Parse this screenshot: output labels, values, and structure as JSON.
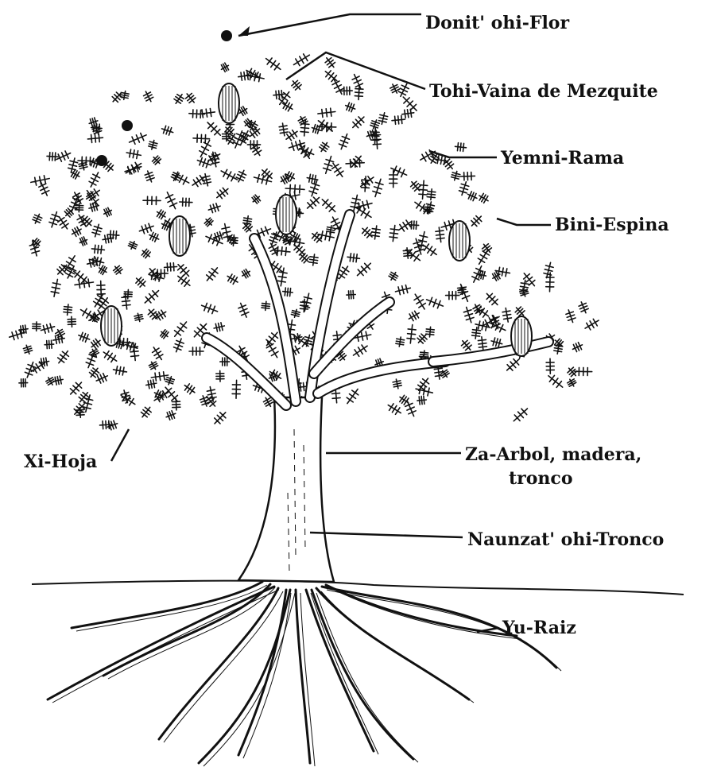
{
  "diagram": {
    "subject": "mesquite-tree",
    "ink_color": "#111111",
    "background_color": "#ffffff"
  },
  "labels": {
    "flor": "Donit' ohi-Flor",
    "vaina": "Tohi-Vaina de Mezquite",
    "rama": "Yemni-Rama",
    "espina": "Bini-Espina",
    "hoja": "Xi-Hoja",
    "arbol_line1": "Za-Arbol, madera,",
    "arbol_line2": "tronco",
    "tronco": "Naunzat' ohi-Tronco",
    "raiz": "Yu-Raiz"
  }
}
